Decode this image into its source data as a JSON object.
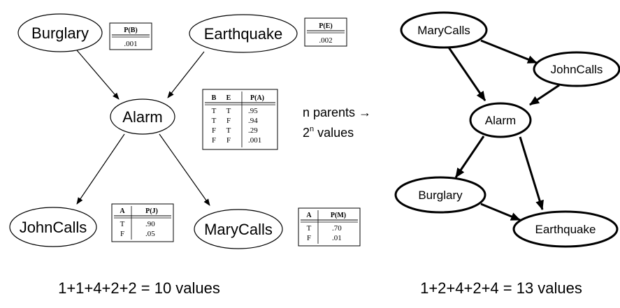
{
  "left_network": {
    "nodes": {
      "burglary": "Burglary",
      "earthquake": "Earthquake",
      "alarm": "Alarm",
      "johncalls": "JohnCalls",
      "marycalls": "MaryCalls"
    },
    "cpt_b": {
      "header": "P(B)",
      "value": ".001"
    },
    "cpt_e": {
      "header": "P(E)",
      "value": ".002"
    },
    "cpt_a": {
      "headers": [
        "B",
        "E",
        "P(A)"
      ],
      "rows": [
        [
          "T",
          "T",
          ".95"
        ],
        [
          "T",
          "F",
          ".94"
        ],
        [
          "F",
          "T",
          ".29"
        ],
        [
          "F",
          "F",
          ".001"
        ]
      ]
    },
    "cpt_j": {
      "headers": [
        "A",
        "P(J)"
      ],
      "rows": [
        [
          "T",
          ".90"
        ],
        [
          "F",
          ".05"
        ]
      ]
    },
    "cpt_m": {
      "headers": [
        "A",
        "P(M)"
      ],
      "rows": [
        [
          "T",
          ".70"
        ],
        [
          "F",
          ".01"
        ]
      ]
    },
    "caption": "1+1+4+2+2 = 10 values"
  },
  "note": {
    "line1": "n parents →",
    "line2_base": "2",
    "line2_exp": "n",
    "line2_rest": " values"
  },
  "right_network": {
    "nodes": {
      "marycalls": "MaryCalls",
      "johncalls": "JohnCalls",
      "alarm": "Alarm",
      "burglary": "Burglary",
      "earthquake": "Earthquake"
    },
    "caption": "1+2+4+2+4 = 13 values"
  }
}
